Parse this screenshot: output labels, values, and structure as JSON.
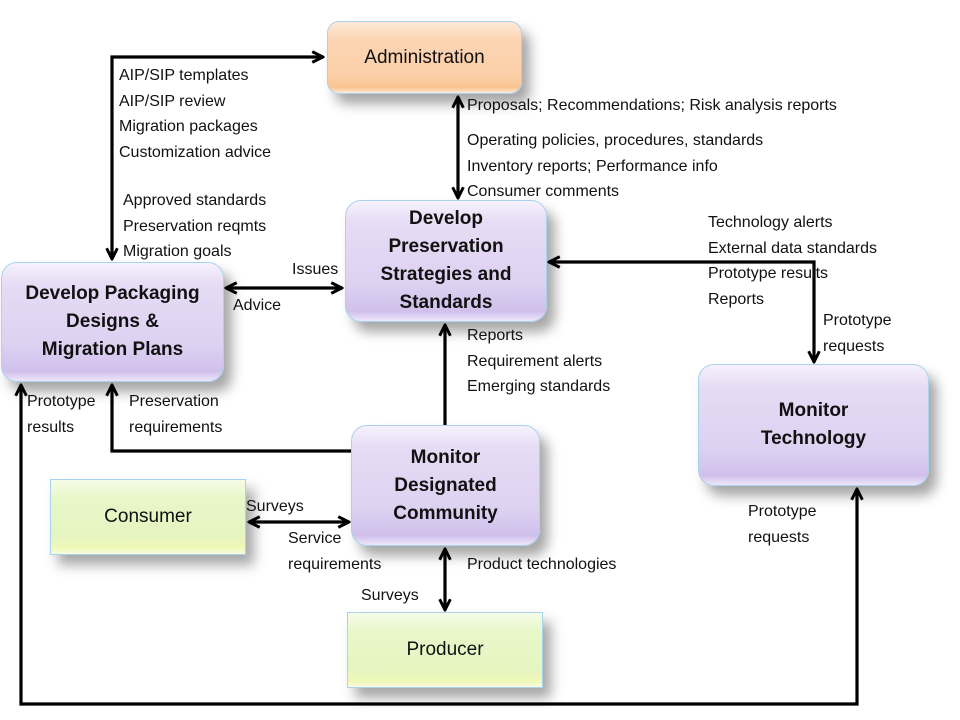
{
  "diagram": {
    "nodes": {
      "administration": {
        "label": "Administration",
        "kind": "external-admin",
        "color": "#fbcfa8"
      },
      "develop_strategies": {
        "lines": [
          "Develop",
          "Preservation",
          "Strategies and",
          "Standards"
        ],
        "kind": "process",
        "color": "#ddd1f1"
      },
      "develop_packaging": {
        "lines": [
          "Develop Packaging",
          "Designs &",
          "Migration Plans"
        ],
        "kind": "process",
        "color": "#ddd1f1"
      },
      "monitor_community": {
        "lines": [
          "Monitor",
          "Designated",
          "Community"
        ],
        "kind": "process",
        "color": "#ddd1f1"
      },
      "monitor_technology": {
        "lines": [
          "Monitor",
          "Technology"
        ],
        "kind": "process",
        "color": "#ddd1f1"
      },
      "consumer": {
        "label": "Consumer",
        "kind": "external",
        "color": "#e5f5c1"
      },
      "producer": {
        "label": "Producer",
        "kind": "external",
        "color": "#e5f5c1"
      }
    },
    "flows": {
      "packaging_to_admin": [
        "AIP/SIP templates",
        "AIP/SIP review",
        "Migration packages",
        "Customization advice"
      ],
      "admin_to_packaging": [
        "Approved standards",
        "Preservation reqmts",
        "Migration goals"
      ],
      "strategies_to_admin": [
        "Proposals; Recommendations; Risk analysis reports"
      ],
      "admin_to_strategies": [
        "Operating policies, procedures, standards",
        "Inventory reports; Performance info",
        "Consumer comments"
      ],
      "packaging_to_strategies": [
        "Issues"
      ],
      "strategies_to_packaging": [
        "Advice"
      ],
      "technology_to_strategies": [
        "Technology alerts",
        "External data standards",
        "Prototype results",
        "Reports"
      ],
      "strategies_to_technology": [
        "Prototype",
        "requests"
      ],
      "community_to_strategies": [
        "Reports",
        "Requirement alerts",
        "Emerging standards"
      ],
      "technology_to_packaging": [
        "Prototype",
        "results"
      ],
      "community_to_packaging": [
        "Preservation",
        "requirements"
      ],
      "community_to_consumer": [
        "Surveys"
      ],
      "consumer_to_community": [
        "Service",
        "requirements"
      ],
      "producer_to_community": [
        "Product technologies"
      ],
      "community_to_producer": [
        "Surveys"
      ],
      "packaging_to_technology": [
        "Prototype",
        "requests"
      ]
    },
    "line_color": "#000000"
  }
}
